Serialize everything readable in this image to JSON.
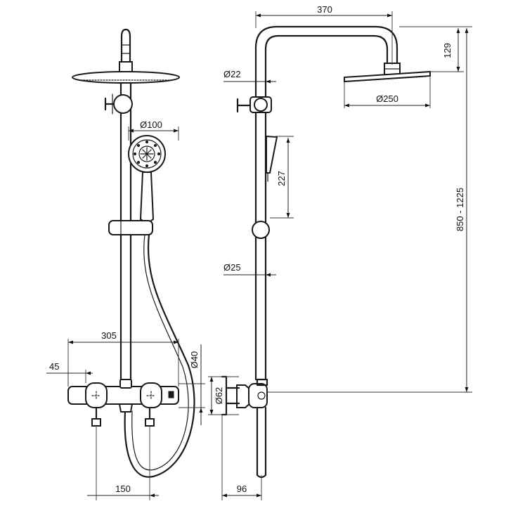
{
  "dimensions": {
    "arm_reach": "370",
    "head_drop": "129",
    "pipe_upper_diameter": "Ø22",
    "head_diameter": "Ø250",
    "hand_shower_diameter": "Ø100",
    "hand_shower_length": "227",
    "height_range": "850 - 1225",
    "pipe_lower_diameter": "Ø25",
    "mixer_width": "305",
    "hose_diameter": "Ø40",
    "handle_offset": "45",
    "wall_connector_diameter": "Ø62",
    "inlet_spacing": "150",
    "wall_distance": "96"
  },
  "colors": {
    "line": "#1a1a1a",
    "background": "#ffffff"
  }
}
